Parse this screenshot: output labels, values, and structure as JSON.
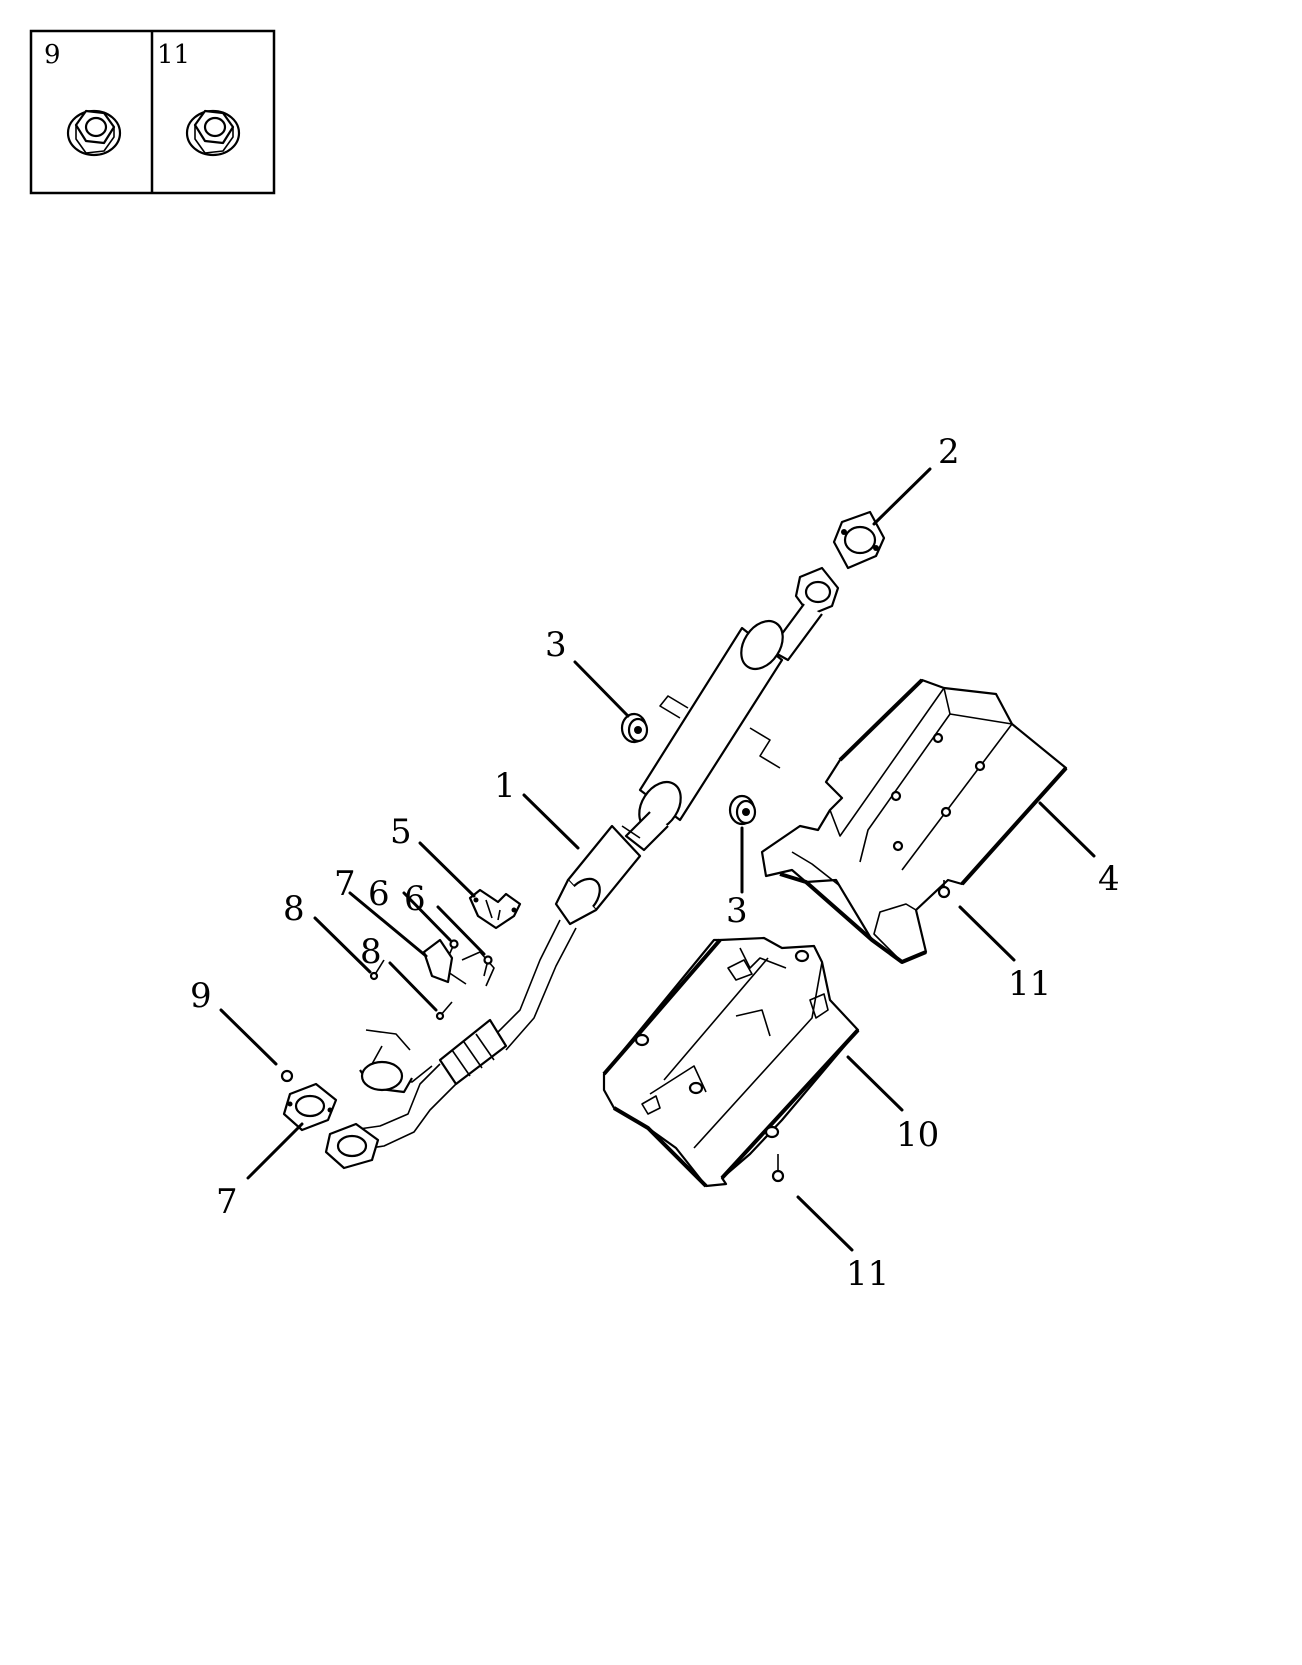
{
  "legend": {
    "cells": [
      {
        "number": "9",
        "icon": "flange-nut-icon"
      },
      {
        "number": "11",
        "icon": "flange-nut-icon"
      }
    ]
  },
  "callouts": [
    {
      "id": "c1",
      "label": "1"
    },
    {
      "id": "c2",
      "label": "2"
    },
    {
      "id": "c3a",
      "label": "3"
    },
    {
      "id": "c3b",
      "label": "3"
    },
    {
      "id": "c4",
      "label": "4"
    },
    {
      "id": "c5",
      "label": "5"
    },
    {
      "id": "c6a",
      "label": "6"
    },
    {
      "id": "c6b",
      "label": "6"
    },
    {
      "id": "c7a",
      "label": "7"
    },
    {
      "id": "c7b",
      "label": "7"
    },
    {
      "id": "c8a",
      "label": "8"
    },
    {
      "id": "c8b",
      "label": "8"
    },
    {
      "id": "c9",
      "label": "9"
    },
    {
      "id": "c10",
      "label": "10"
    },
    {
      "id": "c11a",
      "label": "11"
    },
    {
      "id": "c11b",
      "label": "11"
    }
  ]
}
